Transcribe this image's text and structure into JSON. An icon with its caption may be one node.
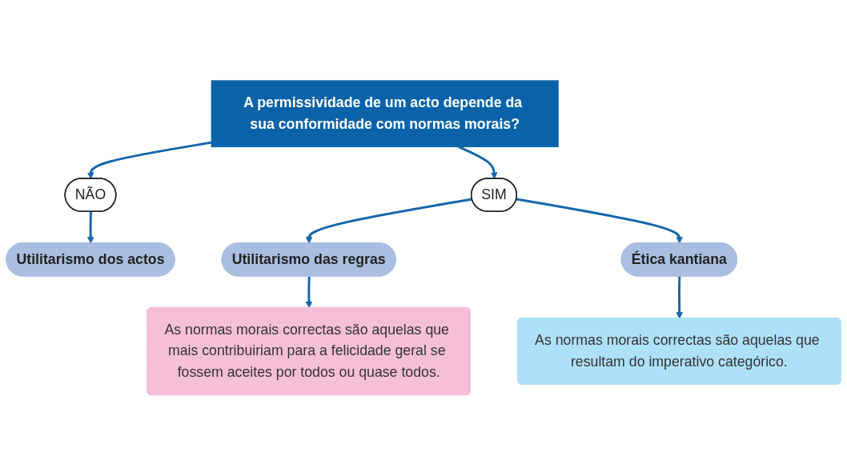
{
  "diagram": {
    "nodes": [
      {
        "text": [
          "A permissividade de um acto depende da sua conformidade com normas morais?"
        ]
      },
      {
        "text": [
          "NÃO"
        ]
      },
      {
        "text": [
          "SIM"
        ]
      },
      {
        "text": [
          "Utilitarismo dos actos"
        ]
      },
      {
        "text": [
          "Utilitarismo das regras"
        ]
      },
      {
        "text": [
          "Ética kantiana"
        ]
      },
      {
        "text": [
          "As normas morais correctas são aquelas que mais contribuiriam para a felicidade geral se fossem aceites por todos ou quase todos."
        ]
      },
      {
        "text": [
          "As normas morais correctas são aquelas que resultam do imperativo categórico."
        ]
      }
    ],
    "edges": [
      {
        "from": 0,
        "to": 1,
        "arrow": "to"
      },
      {
        "from": 0,
        "to": 2,
        "arrow": "to"
      },
      {
        "from": 1,
        "to": 3,
        "arrow": "to"
      },
      {
        "from": 2,
        "to": 4,
        "arrow": "to"
      },
      {
        "from": 2,
        "to": 5,
        "arrow": "to"
      },
      {
        "from": 4,
        "to": 6,
        "arrow": "to"
      },
      {
        "from": 5,
        "to": 7,
        "arrow": "to"
      }
    ]
  }
}
